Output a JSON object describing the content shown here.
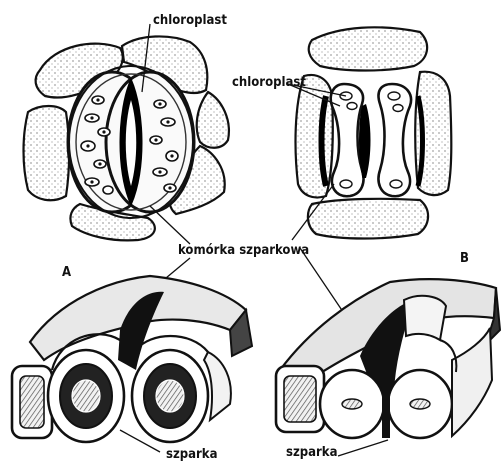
{
  "labels": {
    "chloroplast_a": "chloroplast",
    "chloroplast_b": "chloroplast",
    "guard_cell": "komórka szparkowa",
    "panel_a": "A",
    "panel_b": "B",
    "stoma_a": "szparka",
    "stoma_b": "szparka"
  }
}
